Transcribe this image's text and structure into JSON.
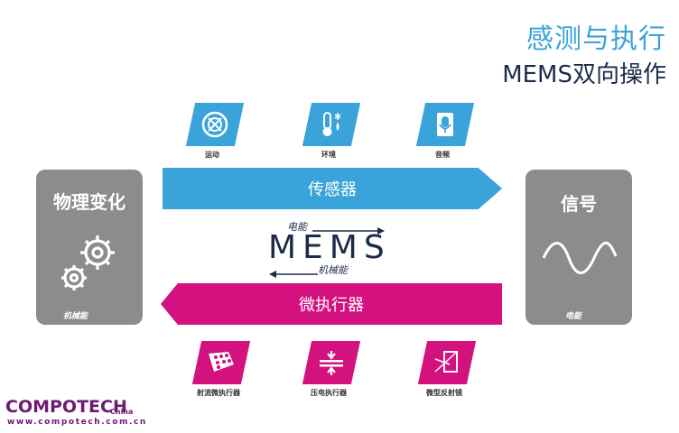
{
  "header": {
    "title": "感测与执行",
    "subtitle": "MEMS双向操作"
  },
  "sensor_icons": [
    {
      "icon": "motion-icon",
      "label": "运动"
    },
    {
      "icon": "thermometer-icon",
      "label": "环境"
    },
    {
      "icon": "microphone-icon",
      "label": "音频"
    }
  ],
  "actuator_icons": [
    {
      "icon": "fluid-actuator-icon",
      "label": "射流微执行器"
    },
    {
      "icon": "piezo-actuator-icon",
      "label": "压电执行器"
    },
    {
      "icon": "micro-mirror-icon",
      "label": "微型反射镜"
    }
  ],
  "left_box": {
    "title": "物理变化",
    "footer": "机械能"
  },
  "right_box": {
    "title": "信号",
    "footer": "电能"
  },
  "arrows": {
    "sensor": "传感器",
    "actuator": "微执行器"
  },
  "center": {
    "word": "MEMS",
    "top_label": "电能",
    "bottom_label": "机械能"
  },
  "logo": {
    "name": "COMPOTECH",
    "suffix": "China",
    "url": "www.compotech.com.cn"
  },
  "colors": {
    "blue": "#3aa3d9",
    "magenta": "#d4127f",
    "gray": "#8c8c8c",
    "navy": "#1d2b4a",
    "logo": "#6d1a73"
  }
}
